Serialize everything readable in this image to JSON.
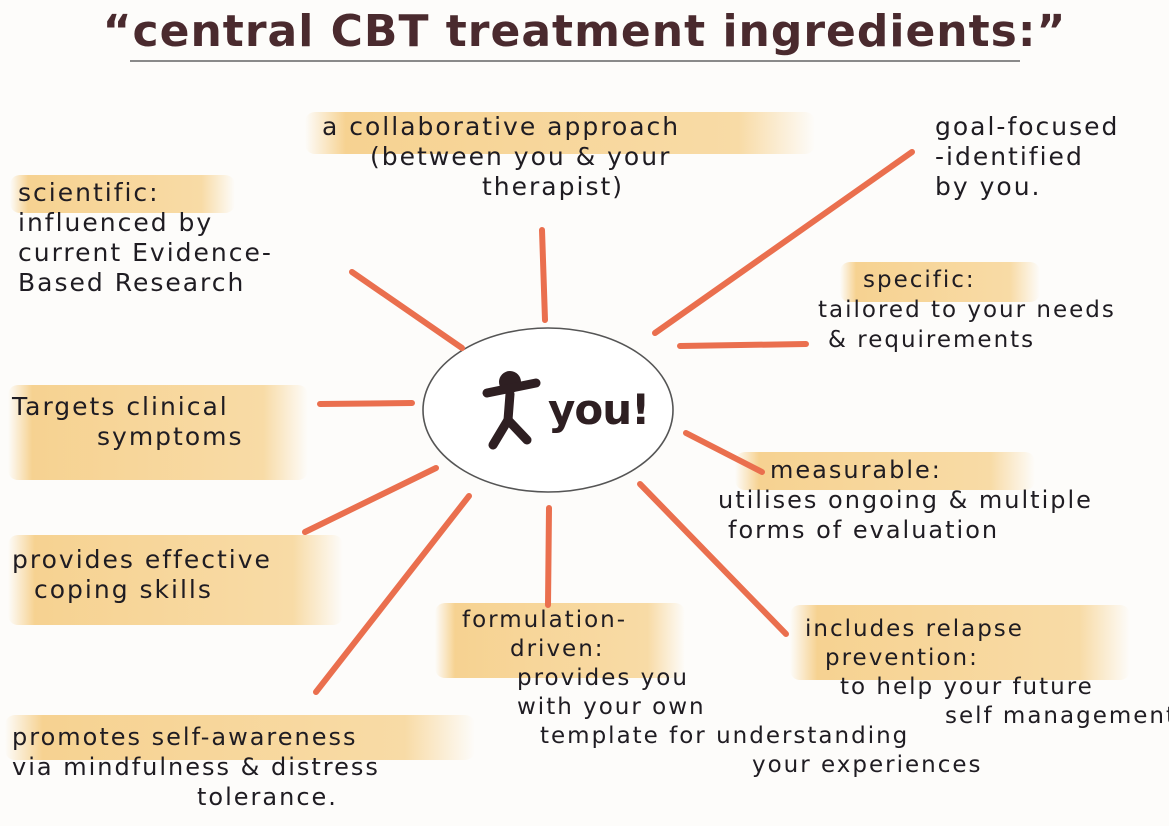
{
  "title": "“central CBT treatment ingredients:”",
  "center": {
    "label": "you!",
    "icon": "stick-figure-icon"
  },
  "colors": {
    "ray": "#ea6f4e",
    "highlight": "#f4c46e",
    "title": "#4a2a2e",
    "ink": "#1f1c22"
  },
  "nodes": {
    "collaborative": {
      "head": "a collaborative approach",
      "body": [
        "(between you & your",
        "therapist)"
      ]
    },
    "goal": {
      "head": "goal-focused",
      "body": [
        "-identified",
        "by you."
      ]
    },
    "scientific": {
      "head": "scientific:",
      "body": [
        "influenced by",
        "current Evidence-",
        "Based Research"
      ]
    },
    "specific": {
      "head": "specific:",
      "body": [
        "tailored to your needs",
        "& requirements"
      ]
    },
    "targets": {
      "head": "Targets clinical",
      "body": [
        "symptoms"
      ]
    },
    "measurable": {
      "head": "measurable:",
      "body": [
        "utilises ongoing & multiple",
        "forms of evaluation"
      ]
    },
    "coping": {
      "head": "provides effective",
      "body": [
        "coping skills"
      ]
    },
    "formulation": {
      "head": "formulation-",
      "body": [
        "driven:",
        "provides you",
        "with your own",
        "template for understanding",
        "your experiences"
      ]
    },
    "relapse": {
      "head": "includes relapse",
      "body": [
        "prevention:",
        "to help your future",
        "self management"
      ]
    },
    "selfaware": {
      "head": "promotes self-awareness",
      "body": [
        "via mindfulness & distress",
        "tolerance."
      ]
    }
  }
}
